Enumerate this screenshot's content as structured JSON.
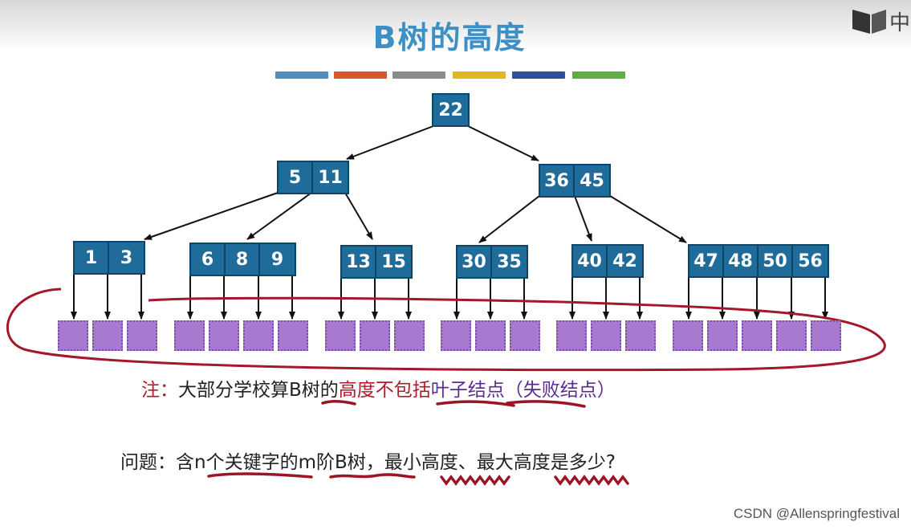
{
  "title": "B树的高度",
  "logo_text": "中",
  "color_bars": [
    "#4e8fbf",
    "#d45a2a",
    "#8c8c8c",
    "#e0b920",
    "#2f4f9e",
    "#5fae44"
  ],
  "tree": {
    "root": [
      "22"
    ],
    "level2": [
      [
        "5",
        "11"
      ],
      [
        "36",
        "45"
      ]
    ],
    "level3": [
      [
        "1",
        "3"
      ],
      [
        "6",
        "8",
        "9"
      ],
      [
        "13",
        "15"
      ],
      [
        "30",
        "35"
      ],
      [
        "40",
        "42"
      ],
      [
        "47",
        "48",
        "50",
        "56"
      ]
    ]
  },
  "note": {
    "prefix": "注：",
    "text_a": "大部分学校算B树的",
    "text_b": "高度不包括",
    "text_c": "叶子结点（失败结点）"
  },
  "question": {
    "prefix": "问题：",
    "text": "含n个关键字的m阶B树，最小高度、最大高度是多少?"
  },
  "watermark": "CSDN @Allenspringfestival"
}
